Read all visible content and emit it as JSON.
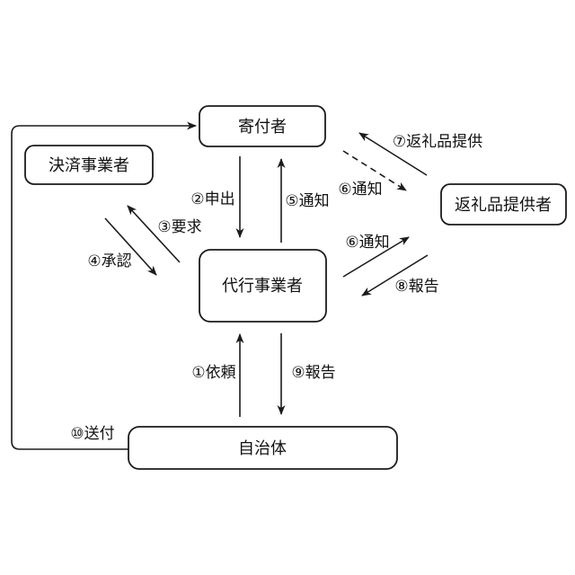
{
  "diagram": {
    "colors": {
      "line": "#1b1b1b",
      "box_fill": "#ffffff",
      "background": "#ffffff",
      "text": "#111111"
    },
    "nodes": {
      "donor": {
        "label": "寄付者"
      },
      "payment_provider": {
        "label": "決済事業者"
      },
      "gift_provider": {
        "label": "返礼品提供者"
      },
      "agent": {
        "label": "代行事業者"
      },
      "municipality": {
        "label": "自治体"
      }
    },
    "edges": {
      "request_1": {
        "label": "①依頼",
        "from": "municipality",
        "to": "agent",
        "style": "solid"
      },
      "offer_2": {
        "label": "②申出",
        "from": "donor",
        "to": "agent",
        "style": "solid"
      },
      "demand_3": {
        "label": "③要求",
        "from": "agent",
        "to": "payment_provider",
        "style": "solid"
      },
      "approval_4": {
        "label": "④承認",
        "from": "payment_provider",
        "to": "agent",
        "style": "solid"
      },
      "notice_5": {
        "label": "⑤通知",
        "from": "agent",
        "to": "donor",
        "style": "solid"
      },
      "notice_6_dashed": {
        "label": "⑥通知",
        "from": "donor",
        "to": "gift_provider",
        "style": "dashed"
      },
      "notice_6": {
        "label": "⑥通知",
        "from": "agent",
        "to": "gift_provider",
        "style": "solid"
      },
      "gift_delivery_7": {
        "label": "⑦返礼品提供",
        "from": "gift_provider",
        "to": "donor",
        "style": "solid"
      },
      "report_8": {
        "label": "⑧報告",
        "from": "gift_provider",
        "to": "agent",
        "style": "solid"
      },
      "report_9": {
        "label": "⑨報告",
        "from": "agent",
        "to": "municipality",
        "style": "solid"
      },
      "send_10": {
        "label": "⑩送付",
        "from": "municipality",
        "to": "donor",
        "style": "solid"
      }
    }
  }
}
